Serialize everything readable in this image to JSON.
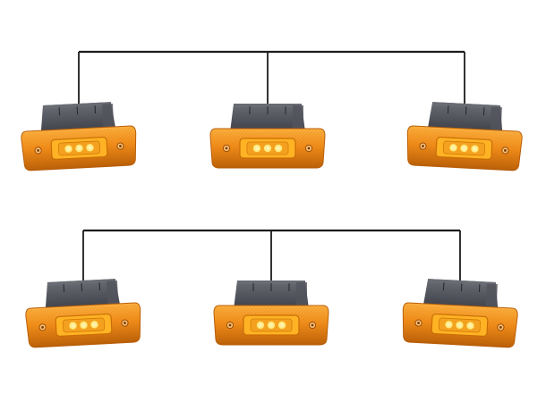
{
  "scene": {
    "background": "#ffffff",
    "wire_color": "#1c1c1c",
    "lamp": {
      "housing_color": "#f08c1a",
      "housing_highlight": "#fbb040",
      "housing_shadow": "#b85e08",
      "lens_color": "#ffb324",
      "led_color": "#ffe66a",
      "bracket_color": "#3e4049",
      "bracket_top_color": "#6a6c74"
    },
    "groups": [
      {
        "name": "top-row",
        "lamps": [
          {
            "name": "lamp-top-left",
            "orientation": "tilted-left"
          },
          {
            "name": "lamp-top-center",
            "orientation": "straight"
          },
          {
            "name": "lamp-top-right",
            "orientation": "tilted-right"
          }
        ]
      },
      {
        "name": "bottom-row",
        "lamps": [
          {
            "name": "lamp-bottom-left",
            "orientation": "tilted-left"
          },
          {
            "name": "lamp-bottom-center",
            "orientation": "straight"
          },
          {
            "name": "lamp-bottom-right",
            "orientation": "tilted-right"
          }
        ]
      }
    ]
  }
}
